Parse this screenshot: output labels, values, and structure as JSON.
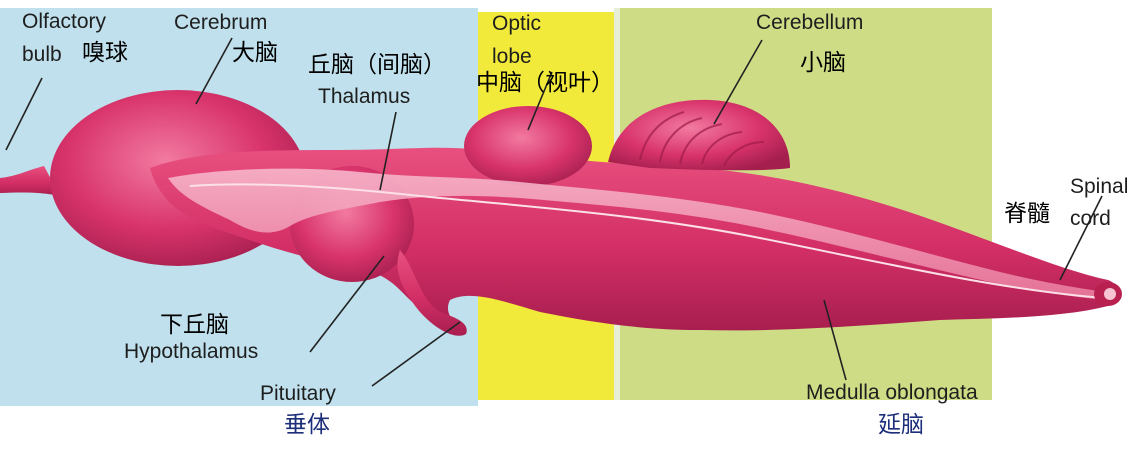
{
  "labels": {
    "olfactory_bulb": {
      "en_line1": "Olfactory",
      "en_line2": "bulb",
      "zh": "嗅球"
    },
    "cerebrum": {
      "en": "Cerebrum",
      "zh": "大脑"
    },
    "thalamus": {
      "zh": "丘脑（间脑）",
      "en": "Thalamus"
    },
    "optic_lobe": {
      "en_line1": "Optic",
      "en_line2": "lobe",
      "zh": "中脑（视叶）"
    },
    "cerebellum": {
      "en": "Cerebellum",
      "zh": "小脑"
    },
    "spinal_cord": {
      "zh": "脊髓",
      "en_line1": "Spinal",
      "en_line2": "cord"
    },
    "hypothalamus": {
      "zh": "下丘脑",
      "en": "Hypothalamus"
    },
    "pituitary": {
      "en": "Pituitary",
      "zh": "垂体"
    },
    "medulla": {
      "en": "Medulla oblongata",
      "zh": "延脑"
    }
  },
  "colors": {
    "forebrain_bg": "#bfe0ec",
    "midbrain_bg": "#f2ea3a",
    "hindbrain_bg": "#cfdc86",
    "brain_tissue": "#d8326a",
    "brain_highlight": "#f37aa0",
    "ventricle": "#f7c3d2"
  }
}
